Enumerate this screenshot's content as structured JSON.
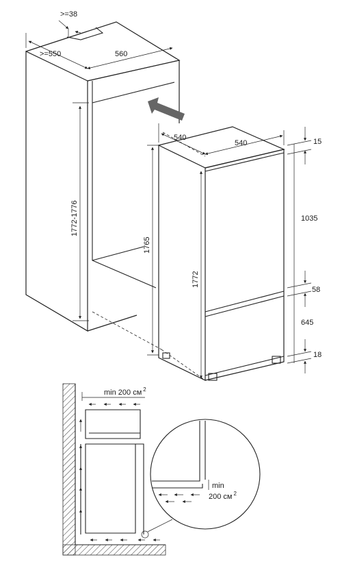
{
  "dimensions": {
    "top_gap": ">=38",
    "niche_depth": ">=550",
    "niche_width": "560",
    "niche_height": "1772-1776",
    "inner_height": "1765",
    "unit_depth": "540",
    "unit_width": "540",
    "unit_height": "1772",
    "top_cover": "15",
    "upper_door": "1035",
    "door_gap": "58",
    "lower_door": "645",
    "base": "18"
  },
  "ventilation": {
    "top_label": "min  200 см",
    "top_superscript": "2",
    "detail_min": "min",
    "detail_area": "200 см",
    "detail_superscript": "2"
  }
}
